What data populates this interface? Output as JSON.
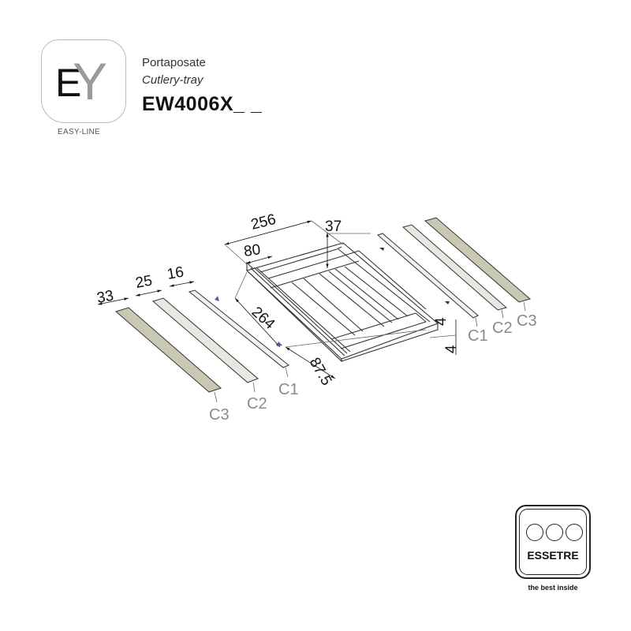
{
  "header": {
    "logo_letters": {
      "e": "E",
      "y": "Y"
    },
    "logo_caption": "EASY-LINE",
    "title_italian": "Portaposate",
    "title_english": "Cutlery-tray",
    "product_code": "EW4006X_ _"
  },
  "drawing": {
    "dimensions": {
      "tray_width": "256",
      "tray_height": "37",
      "compartment_width": "80",
      "tray_depth": "264",
      "front_offset": "87.5",
      "gap_top": "4",
      "gap_bottom": "4",
      "strip_c3_width": "33",
      "strip_c2_width": "25",
      "strip_c1_width": "16"
    },
    "parts_left": [
      "C3",
      "C2",
      "C1"
    ],
    "parts_right": [
      "C1",
      "C2",
      "C3"
    ],
    "colors": {
      "strip_c3": "#c9c8b2",
      "strip_c2": "#e8e8e3",
      "strip_c1": "#f2f2ef",
      "outline": "#333333",
      "arrow_accent": "#5a5aa8",
      "label_gray": "#8a8a8a"
    }
  },
  "brand": {
    "name": "ESSETRE",
    "tagline": "the best inside"
  }
}
